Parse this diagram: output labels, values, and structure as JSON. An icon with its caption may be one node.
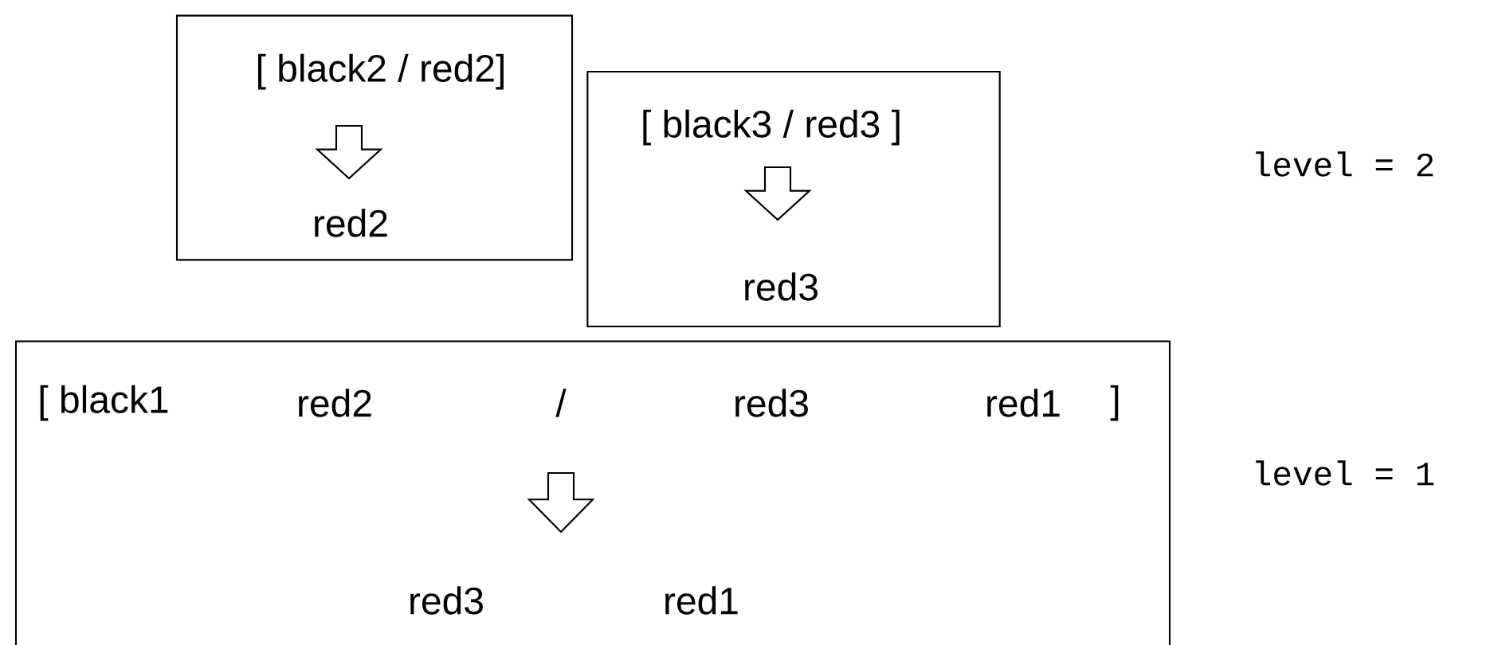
{
  "diagram": {
    "nodes": [
      {
        "text": [
          "[ black2 / red2]",
          "red2"
        ]
      },
      {
        "text": [
          "[ black3 / red3 ]",
          "red3"
        ]
      },
      {
        "text": [
          "[ black1",
          "red2",
          "/",
          "red3",
          "red1",
          "]",
          "red3",
          "red1"
        ]
      }
    ],
    "labels": [
      "level = 2",
      "level = 1"
    ]
  }
}
